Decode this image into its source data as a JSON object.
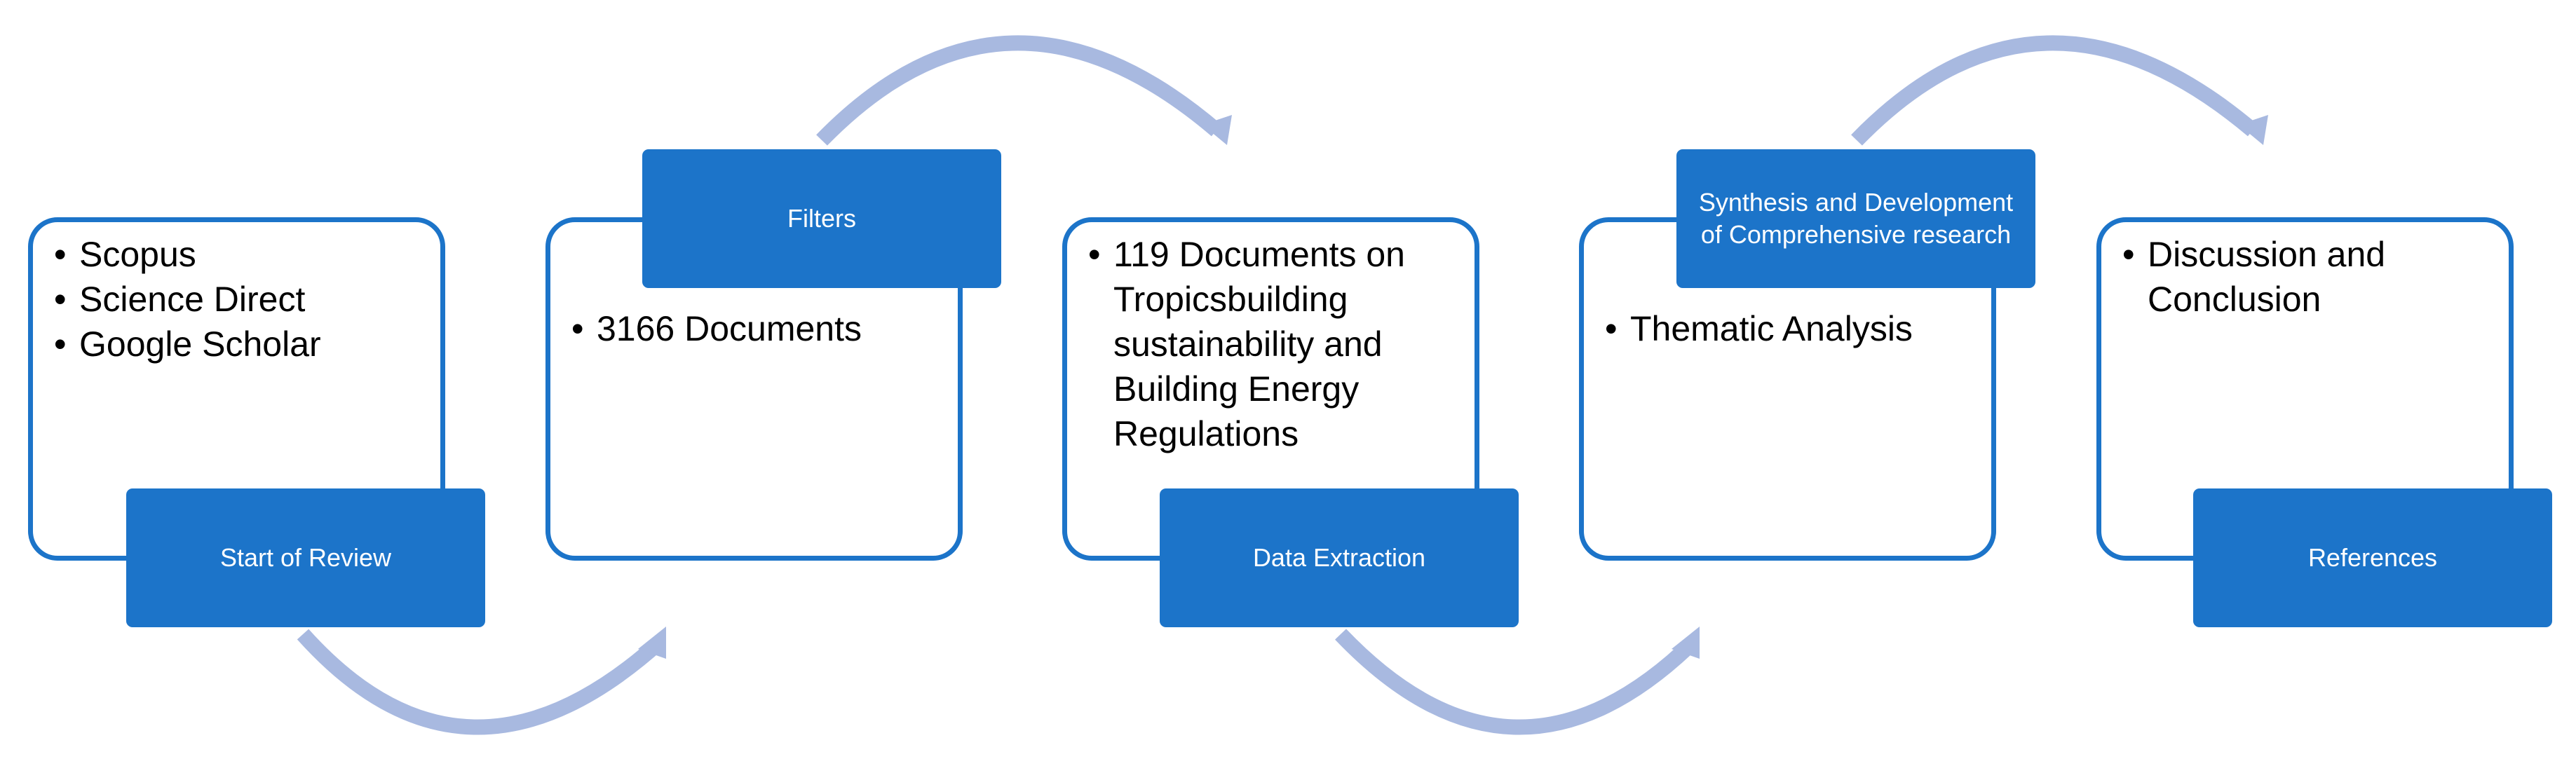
{
  "diagram": {
    "arrow_color": "#a8b9e0",
    "card_border_color": "#1c74c9",
    "tag_color": "#1c74c9",
    "steps": [
      {
        "label": "Start of Review",
        "bullets": [
          "Scopus",
          "Science Direct",
          "Google Scholar"
        ]
      },
      {
        "label": "Filters",
        "bullets": [
          "3166 Documents"
        ]
      },
      {
        "label": "Data Extraction",
        "bullets": [
          "119 Documents on Tropicsbuilding sustainability and Building Energy Regulations"
        ]
      },
      {
        "label": "Synthesis and Development of Comprehensive research",
        "bullets": [
          "Thematic Analysis"
        ]
      },
      {
        "label": "References",
        "bullets": [
          "Discussion and Conclusion"
        ]
      }
    ]
  }
}
